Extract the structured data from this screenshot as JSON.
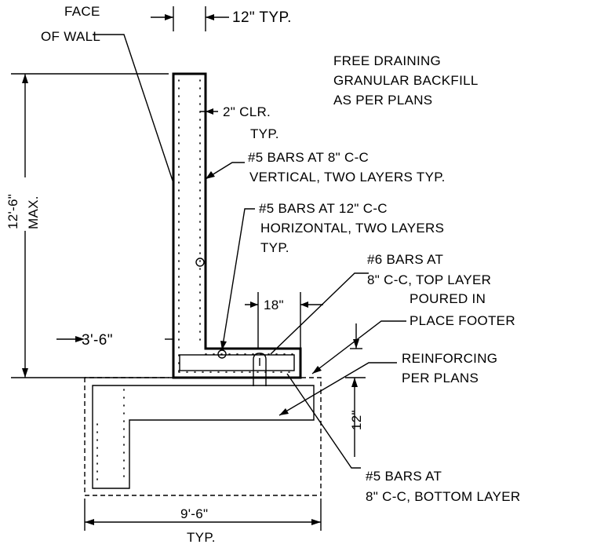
{
  "labels": {
    "face_of_wall_1": "FACE",
    "face_of_wall_2": "OF WALL",
    "stem_thickness": "12\" TYP.",
    "backfill_1": "FREE DRAINING",
    "backfill_2": "GRANULAR BACKFILL",
    "backfill_3": "AS PER PLANS",
    "cover_1": "2\" CLR.",
    "cover_2": "TYP.",
    "vert_bars_1": "#5 BARS AT 8\" C-C",
    "vert_bars_2": "VERTICAL, TWO LAYERS TYP.",
    "horiz_bars_1": "#5 BARS AT 12\" C-C",
    "horiz_bars_2": "HORIZONTAL, TWO LAYERS",
    "horiz_bars_3": "TYP.",
    "wall_height_1": "12'-6\"",
    "wall_height_2": "MAX.",
    "top_bars_1": "#6 BARS AT",
    "top_bars_2": "8\" C-C, TOP LAYER",
    "heel_dim": "18\"",
    "toe_dim": "3'-6\"",
    "footer_1": "POURED IN",
    "footer_2": "PLACE FOOTER",
    "reinf_1": "REINFORCING",
    "reinf_2": "PER PLANS",
    "footing_depth": "12\"",
    "bottom_bars_1": "#5 BARS AT",
    "bottom_bars_2": "8\" C-C, BOTTOM LAYER",
    "base_width_1": "9'-6\"",
    "base_width_2": "TYP."
  }
}
